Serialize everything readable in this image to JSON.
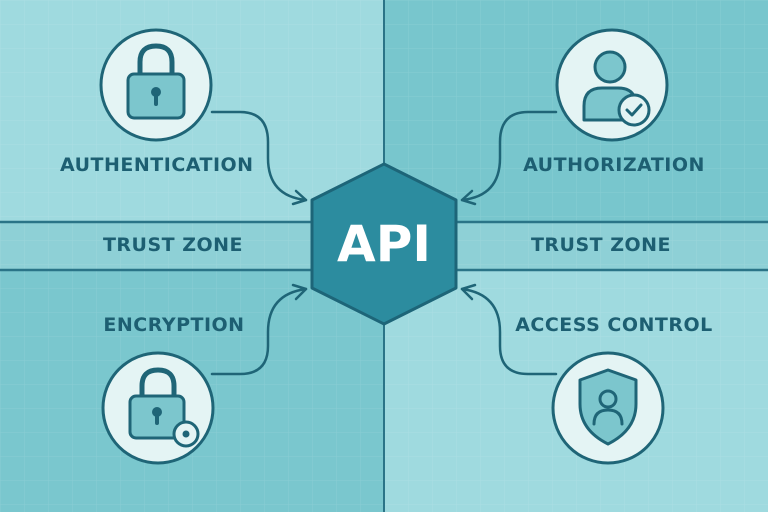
{
  "center": {
    "label": "API"
  },
  "nodes": {
    "authentication": {
      "label": "AUTHENTICATION",
      "icon": "padlock-icon"
    },
    "authorization": {
      "label": "AUTHORIZATION",
      "icon": "user-check-icon"
    },
    "encryption": {
      "label": "ENCRYPTION",
      "icon": "padlock-key-icon"
    },
    "access_control": {
      "label": "ACCESS CONTROL",
      "icon": "shield-user-icon"
    }
  },
  "bands": {
    "left": "TRUST ZONE",
    "right": "TRUST ZONE"
  },
  "colors": {
    "background_light": "#a6dde2",
    "background_mid": "#8fd0d6",
    "background_dark": "#74c3cb",
    "hexagon": "#2c8c9f",
    "stroke": "#1f6577",
    "text": "#1d5f72",
    "circle_fill": "#e4f4f4"
  }
}
